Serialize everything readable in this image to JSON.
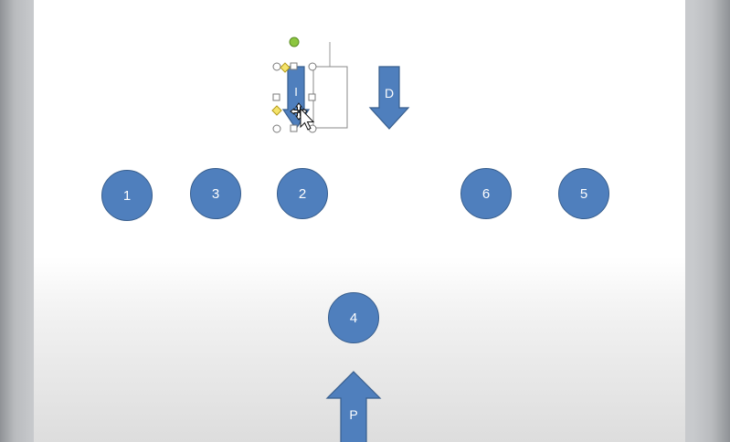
{
  "shapes": {
    "circles": {
      "c1": "1",
      "c3": "3",
      "c2": "2",
      "c6": "6",
      "c5": "5",
      "c4": "4"
    },
    "arrows": {
      "i": "I",
      "d": "D",
      "p": "P"
    }
  },
  "colors": {
    "shape_fill": "#4f7fbd",
    "shape_outline": "#385e8d",
    "label": "#ffffff",
    "rotation_handle": "#8cc63f",
    "adjust_handle": "#f5e46b"
  },
  "selection": {
    "selected_shape": "I",
    "cursor": "move-cursor-icon"
  }
}
